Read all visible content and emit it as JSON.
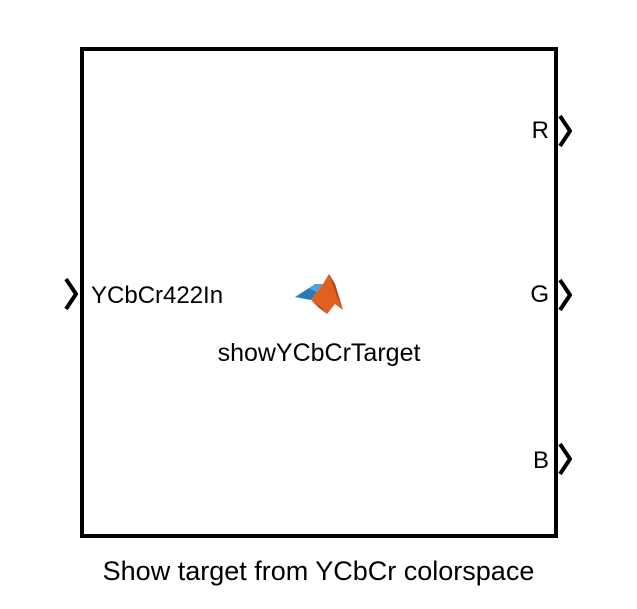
{
  "block": {
    "function_name": "showYCbCrTarget",
    "input_port": {
      "label": "YCbCr422In"
    },
    "output_ports": [
      {
        "label": "R"
      },
      {
        "label": "G"
      },
      {
        "label": "B"
      }
    ],
    "icon": "matlab-logo-icon",
    "caption": "Show target from YCbCr colorspace"
  },
  "colors": {
    "border": "#000000",
    "logo_blue": "#2a7ab6",
    "logo_orange": "#e0601f",
    "logo_dark_orange": "#b5401a"
  }
}
